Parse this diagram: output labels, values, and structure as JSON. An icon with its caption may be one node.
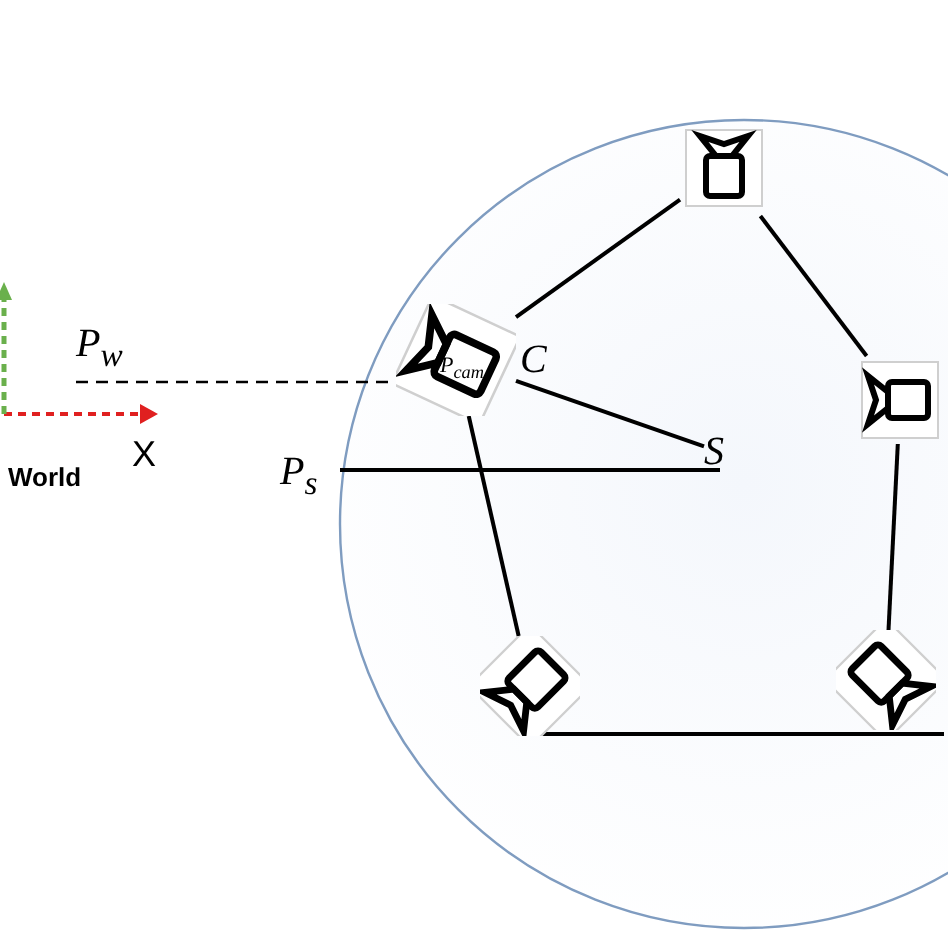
{
  "diagram": {
    "nodes": [
      {
        "text": [],
        "shape": "camera"
      },
      {
        "text": [],
        "shape": "camera"
      },
      {
        "text": [],
        "shape": "camera"
      },
      {
        "text": [],
        "shape": "camera"
      },
      {
        "text": [
          "P$_{cam}$"
        ],
        "beside": [
          "C"
        ]
      },
      {
        "text": [
          "S"
        ]
      },
      {
        "text": [
          "P$_{s}$"
        ]
      },
      {
        "text": [
          "P$_{w}$"
        ]
      }
    ],
    "edges": [
      {
        "from": 0,
        "to": 1,
        "arrow": "none"
      },
      {
        "from": 1,
        "to": 2,
        "arrow": "none"
      },
      {
        "from": 2,
        "to": 3,
        "arrow": "none"
      },
      {
        "from": 3,
        "to": 4,
        "arrow": "none"
      },
      {
        "from": 4,
        "to": 0,
        "arrow": "none"
      },
      {
        "from": 4,
        "to": 5,
        "arrow": "none"
      },
      {
        "from": 6,
        "to": 5,
        "arrow": "none"
      },
      {
        "from": 7,
        "to": 4,
        "arrow": "none",
        "style": "dashed"
      }
    ],
    "labels": [
      "X",
      "World"
    ]
  }
}
